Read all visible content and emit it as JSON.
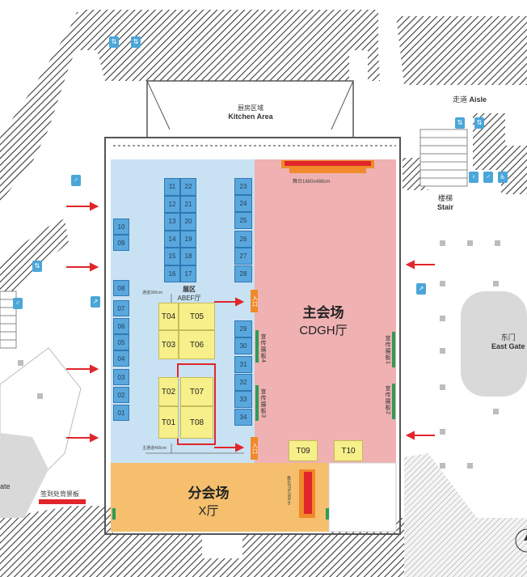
{
  "halls": {
    "kitchen": {
      "cn": "厨房区域",
      "en": "Kitchen Area"
    },
    "aisle": {
      "cn": "走道",
      "en": "Aisle"
    },
    "stair": {
      "cn": "楼梯",
      "en": "Stair"
    },
    "east_gate": {
      "cn": "东门",
      "en": "East Gate"
    },
    "west_gate_partial": "ate",
    "main_venue": {
      "cn": "主会场",
      "en": "CDGH厅"
    },
    "sub_venue": {
      "cn": "分会场",
      "en": "X厅"
    },
    "expo": {
      "cn": "展区",
      "en": "ABEF厅"
    }
  },
  "stage_labels": {
    "main_stage": "舞台1880x488cm",
    "sub_stage": "舞台976x366cm"
  },
  "aisle_labels": {
    "aisle_300": "通道300cm",
    "aisle_400": "主通道400cm"
  },
  "signin": "签到处背景板",
  "entrance_label": "入口",
  "boards": {
    "b1": "宣传展板1",
    "b2": "宣传展板2",
    "b3": "宣传展板3",
    "b4": "宣传展板4"
  },
  "booths": {
    "left_col": [
      "08",
      "07",
      "06",
      "05",
      "04",
      "03",
      "02",
      "01"
    ],
    "small": [
      "10",
      "09"
    ],
    "block_a_left": [
      "11",
      "13",
      "15",
      "16"
    ],
    "block_a_right": [
      "22",
      "21",
      "20",
      "19",
      "18",
      "17"
    ],
    "block_a_left_full": [
      "11",
      "12",
      "13",
      "14",
      "15",
      "16"
    ],
    "right_col_top": [
      "23",
      "24",
      "25",
      "26",
      "27",
      "28"
    ],
    "right_col_mid": [
      "29",
      "30",
      "31"
    ],
    "right_col_low": [
      "32",
      "33",
      "34"
    ]
  },
  "t_booths": {
    "t01": "T01",
    "t02": "T02",
    "t03": "T03",
    "t04": "T04",
    "t05": "T05",
    "t06": "T06",
    "t07": "T07",
    "t08": "T08",
    "t09": "T09",
    "t10": "T10"
  },
  "colors": {
    "expo_blue": "#c9e2f3",
    "main_pink": "#efb1b1",
    "sub_orange": "#f5bf6e",
    "booth_blue": "#5aa7de",
    "t_yellow": "#f7ef8a",
    "highlight_red": "#e0262b",
    "stage_red": "#e0262b",
    "entrance_orange": "#f08a2a",
    "board_green": "#2e9b55"
  }
}
